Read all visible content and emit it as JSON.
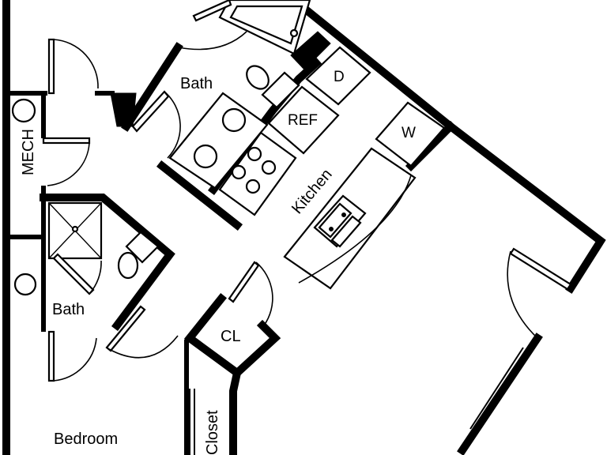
{
  "rooms": {
    "bath_upper": "Bath",
    "bath_lower": "Bath",
    "mech": "MECH",
    "kitchen": "Kitchen",
    "closet_small": "CL",
    "closet": "Closet",
    "bedroom": "Bedroom"
  },
  "appliances": {
    "dishwasher": "D",
    "refrigerator": "REF",
    "washer": "W"
  }
}
